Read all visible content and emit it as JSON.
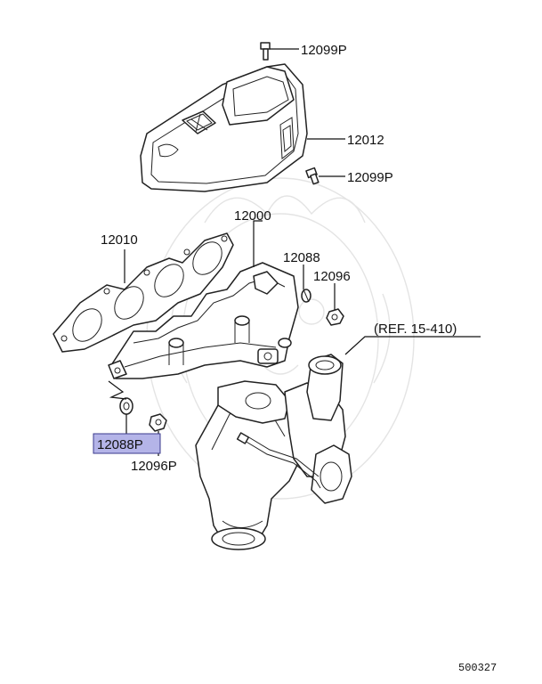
{
  "callouts": {
    "bolt_top": "12099P",
    "heat_shield": "12012",
    "bolt_side": "12099P",
    "manifold": "12000",
    "gasket": "12010",
    "stud": "12088",
    "nut": "12096",
    "ref": "(REF. 15-410)",
    "stud_highlight": "12088P",
    "nut_bottom": "12096P"
  },
  "diagram_code": "500327",
  "colors": {
    "highlight_fill": "#b4b4e8",
    "highlight_border": "#3a3a8c",
    "ink": "#111111",
    "watermark": "#e4e4e4"
  }
}
